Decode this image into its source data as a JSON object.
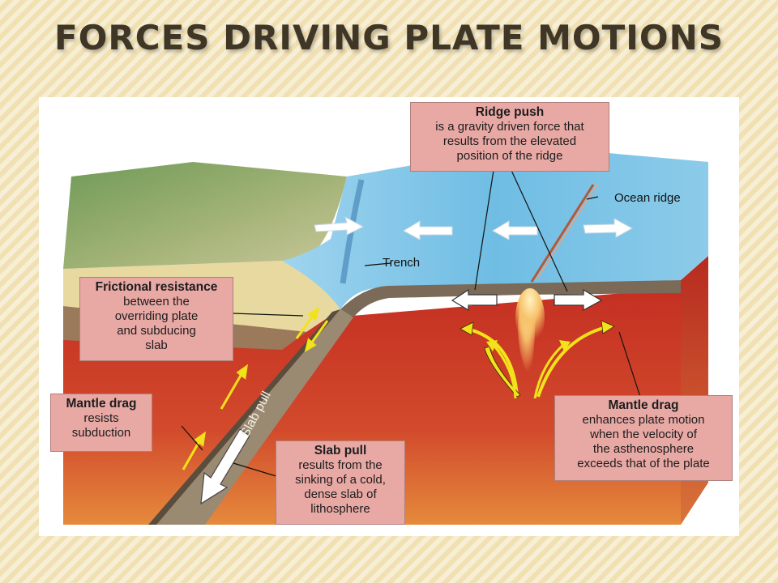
{
  "slide": {
    "title": "FORCES DRIVING PLATE MOTIONS"
  },
  "labels": {
    "ocean_ridge": "Ocean ridge",
    "trench": "Trench",
    "slab_pull_vertical": "Slab pull"
  },
  "callouts": {
    "ridge_push": {
      "head": "Ridge push",
      "body": "is a gravity driven force that\nresults from the elevated\nposition of the ridge"
    },
    "frictional_resistance": {
      "head": "Frictional resistance",
      "body": "between the\noverriding plate\nand subducing\nslab"
    },
    "mantle_drag_left": {
      "head": "Mantle drag",
      "body": "resists\nsubduction"
    },
    "slab_pull": {
      "head": "Slab pull",
      "body": "results from the\nsinking of a cold,\ndense slab of\nlithosphere"
    },
    "mantle_drag_right": {
      "head": "Mantle drag",
      "body": "enhances plate motion\nwhen the velocity of\nthe asthenosphere\nexceeds that of the plate"
    }
  },
  "colors": {
    "mantle_red": "#c63a2a",
    "ocean_blue": "#7cc3e6",
    "land_green": "#8aa65f",
    "callout_pink": "#e8a8a4",
    "arrow_yellow": "#f2e21a"
  }
}
